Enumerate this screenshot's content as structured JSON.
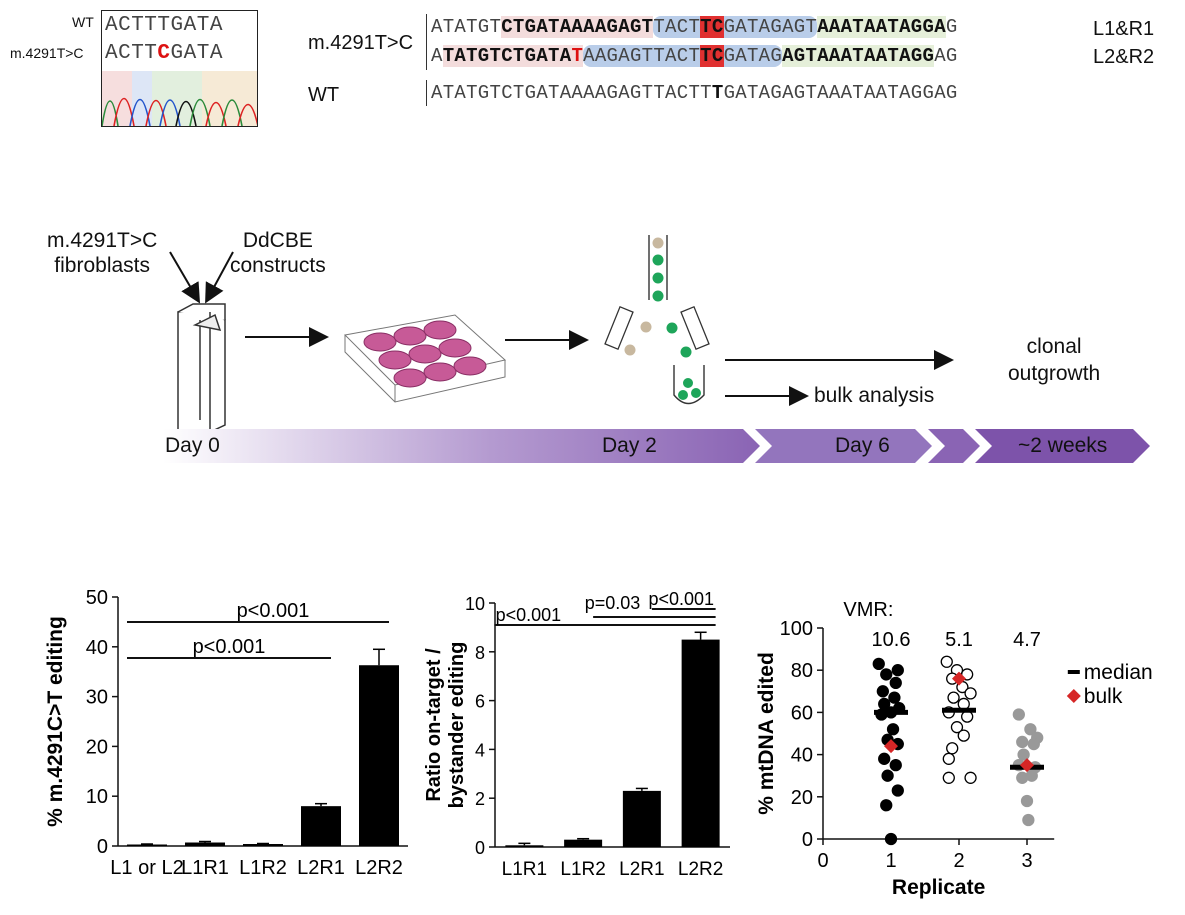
{
  "chromatogram": {
    "wt_label": "WT",
    "mut_label": "m.4291T>C",
    "wt_seq": "ACTTTGATA",
    "mut_seq_left": "ACTT",
    "mut_seq_mid": "C",
    "mut_seq_right": "GATA"
  },
  "alignment": {
    "mut_label": "m.4291T>C",
    "wt_label": "WT",
    "row1": {
      "seg1": "ATATGT",
      "seg2": "CTGATAAAAGAGT",
      "seg3": "TACT",
      "seg4": "TC",
      "seg5": "GATAGAGT",
      "seg6": "AAATAATAGGA",
      "seg7": "G",
      "pair": "L1&R1"
    },
    "row2": {
      "seg1": "A",
      "seg2": "TATGTCTGATA",
      "seg3": "T",
      "seg4": "AAGAGTTACT",
      "seg5": "TC",
      "seg6": "GATAG",
      "seg7": "AGTAAATAATAGG",
      "seg8": "AG",
      "pair": "L2&R2"
    },
    "wt_row": {
      "seg1": "ATATGTCTGATAAAAGAGTTACTT",
      "seg2": "T",
      "seg3": "GATAGAGTAAATAATAGGAG"
    }
  },
  "workflow": {
    "cells_label_1": "m.4291T>C",
    "cells_label_2": "fibroblasts",
    "constructs_label_1": "DdCBE",
    "constructs_label_2": "constructs",
    "bulk_label": "bulk analysis",
    "clonal_label_1": "clonal",
    "clonal_label_2": "outgrowth",
    "day0": "Day 0",
    "day2": "Day 2",
    "day6": "Day 6",
    "weeks": "~2 weeks"
  },
  "chart_data": [
    {
      "type": "bar",
      "categories": [
        "L1 or L2",
        "L1R1",
        "L1R2",
        "L2R1",
        "L2R2"
      ],
      "values": [
        0.3,
        0.7,
        0.4,
        8.0,
        36.3
      ],
      "errors": [
        0.1,
        0.2,
        0.1,
        0.5,
        3.2
      ],
      "ylabel": "% m.4291C>T editing",
      "ylim": [
        0,
        50
      ],
      "yticks": [
        "0",
        "10",
        "20",
        "30",
        "40",
        "50"
      ],
      "annotations": [
        "p<0.001",
        "p<0.001"
      ]
    },
    {
      "type": "bar",
      "categories": [
        "L1R1",
        "L1R2",
        "L2R1",
        "L2R2"
      ],
      "values": [
        0.07,
        0.3,
        2.3,
        8.5
      ],
      "errors": [
        0.08,
        0.04,
        0.1,
        0.3
      ],
      "ylabel_1": "Ratio on-target /",
      "ylabel_2": "bystander editing",
      "ylim": [
        0,
        10
      ],
      "yticks": [
        "0",
        "2",
        "4",
        "6",
        "8",
        "10"
      ],
      "annotations": [
        "p<0.001",
        "p=0.03",
        "p<0.001"
      ]
    },
    {
      "type": "scatter",
      "xlabel": "Replicate",
      "ylabel": "% mtDNA edited",
      "xticks": [
        "0",
        "1",
        "2",
        "3"
      ],
      "yticks": [
        "0",
        "20",
        "40",
        "60",
        "80",
        "100"
      ],
      "ylim": [
        0,
        100
      ],
      "vmr_label": "VMR:",
      "vmr": [
        "10.6",
        "5.1",
        "4.7"
      ],
      "legend": [
        "median",
        "bulk"
      ],
      "series": [
        {
          "replicate": 1,
          "color": "#000000",
          "fill": true,
          "points": [
            [
              0.82,
              83
            ],
            [
              1.1,
              80
            ],
            [
              0.93,
              78
            ],
            [
              1.07,
              74
            ],
            [
              0.88,
              70
            ],
            [
              1.05,
              67
            ],
            [
              0.9,
              64
            ],
            [
              1.12,
              62
            ],
            [
              1.0,
              60
            ],
            [
              0.86,
              59
            ],
            [
              1.03,
              52
            ],
            [
              0.95,
              47
            ],
            [
              1.1,
              45
            ],
            [
              0.9,
              38
            ],
            [
              1.07,
              35
            ],
            [
              0.95,
              30
            ],
            [
              1.1,
              23
            ],
            [
              0.93,
              16
            ],
            [
              1.0,
              0
            ]
          ],
          "median": 60,
          "bulk": 44
        },
        {
          "replicate": 2,
          "color": "#000000",
          "fill": false,
          "points": [
            [
              1.82,
              84
            ],
            [
              1.97,
              80
            ],
            [
              2.12,
              78
            ],
            [
              1.9,
              76
            ],
            [
              2.05,
              72
            ],
            [
              2.17,
              69
            ],
            [
              1.92,
              67
            ],
            [
              2.07,
              64
            ],
            [
              1.85,
              60
            ],
            [
              2.12,
              58
            ],
            [
              1.97,
              53
            ],
            [
              2.07,
              49
            ],
            [
              1.9,
              43
            ],
            [
              1.85,
              38
            ],
            [
              2.17,
              29
            ],
            [
              1.85,
              29
            ]
          ],
          "median": 61,
          "bulk": 76
        },
        {
          "replicate": 3,
          "color": "#999999",
          "fill": true,
          "points": [
            [
              2.88,
              59
            ],
            [
              3.05,
              52
            ],
            [
              3.15,
              48
            ],
            [
              2.93,
              46
            ],
            [
              3.1,
              45
            ],
            [
              2.95,
              40
            ],
            [
              2.88,
              35
            ],
            [
              3.12,
              34
            ],
            [
              3.07,
              30
            ],
            [
              2.93,
              29
            ],
            [
              3.0,
              18
            ],
            [
              3.02,
              9
            ]
          ],
          "median": 34,
          "bulk": 35
        }
      ]
    }
  ]
}
